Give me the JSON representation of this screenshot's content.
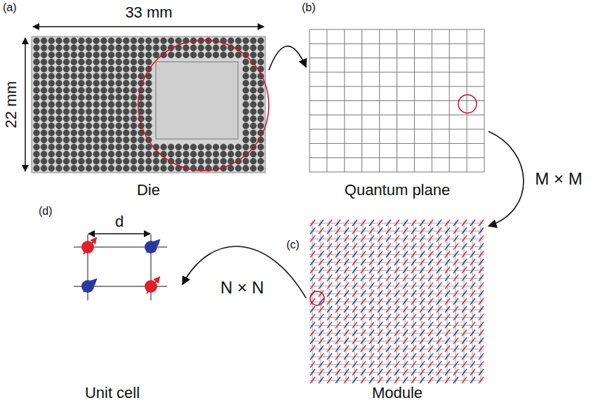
{
  "diagram": {
    "nodes": [
      {
        "text": [
          "Die"
        ]
      },
      {
        "text": [
          "Quantum plane"
        ]
      },
      {
        "text": [
          "Module"
        ]
      },
      {
        "text": [
          "Unit cell"
        ]
      }
    ],
    "edges": [
      {
        "from": 0,
        "to": 1,
        "arrow": "to"
      },
      {
        "from": 1,
        "to": 2,
        "label": "M × M",
        "arrow": "to"
      },
      {
        "from": 2,
        "to": 3,
        "label": "N × N",
        "arrow": "to"
      }
    ],
    "labels": [
      "(a)",
      "33 mm",
      "22 mm",
      "(b)",
      "(c)",
      "(d)",
      "d"
    ]
  }
}
